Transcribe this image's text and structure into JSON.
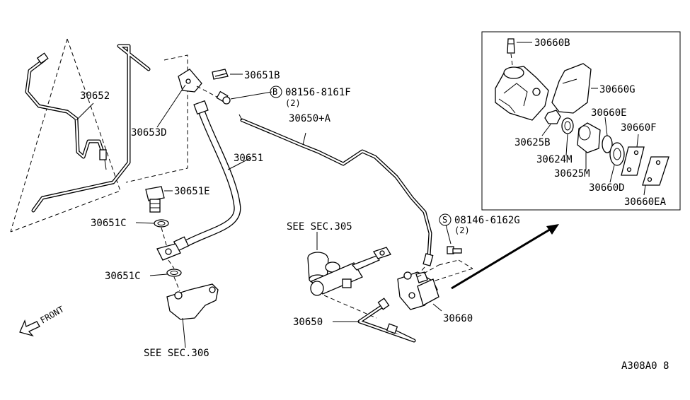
{
  "diagram": {
    "labels": {
      "p30652": "30652",
      "p30653D": "30653D",
      "p30651B": "30651B",
      "bolt_b_code": "08156-8161F",
      "bolt_b_qty": "(2)",
      "bolt_b_marker": "B",
      "p30651": "30651",
      "p30651E": "30651E",
      "p30651C_upper": "30651C",
      "p30651C_lower": "30651C",
      "see_sec_306": "SEE SEC.306",
      "front": "FRONT",
      "p30650A": "30650+A",
      "see_sec_305": "SEE SEC.305",
      "p30650": "30650",
      "bolt_s_code": "08146-6162G",
      "bolt_s_qty": "(2)",
      "bolt_s_marker": "S",
      "p30660": "30660",
      "p30660B": "30660B",
      "p30660G": "30660G",
      "p30660E": "30660E",
      "p30660F": "30660F",
      "p30625B": "30625B",
      "p30624M": "30624M",
      "p30625M": "30625M",
      "p30660D": "30660D",
      "p30660EA": "30660EA",
      "diagram_code": "A308A0 8"
    }
  }
}
